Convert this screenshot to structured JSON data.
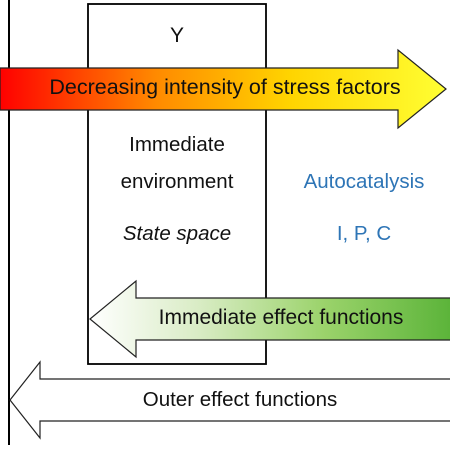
{
  "diagram": {
    "box_title": "Y",
    "stress_arrow": {
      "label": "Decreasing intensity of stress factors",
      "gradient": [
        "#ff0000",
        "#ff8a00",
        "#ffd400",
        "#ffff33"
      ]
    },
    "environment": {
      "line1": "Immediate",
      "line2": "environment",
      "state_space": "State space"
    },
    "autocatalysis": {
      "label": "Autocatalysis",
      "sub_label": "I, P, C",
      "color": "#2e75b6"
    },
    "immediate_arrow": {
      "label": "Immediate effect functions",
      "gradient": [
        "#ffffff",
        "#d9ecc5",
        "#9bd36b",
        "#5cb43a"
      ]
    },
    "outer_arrow": {
      "label": "Outer effect functions"
    }
  }
}
